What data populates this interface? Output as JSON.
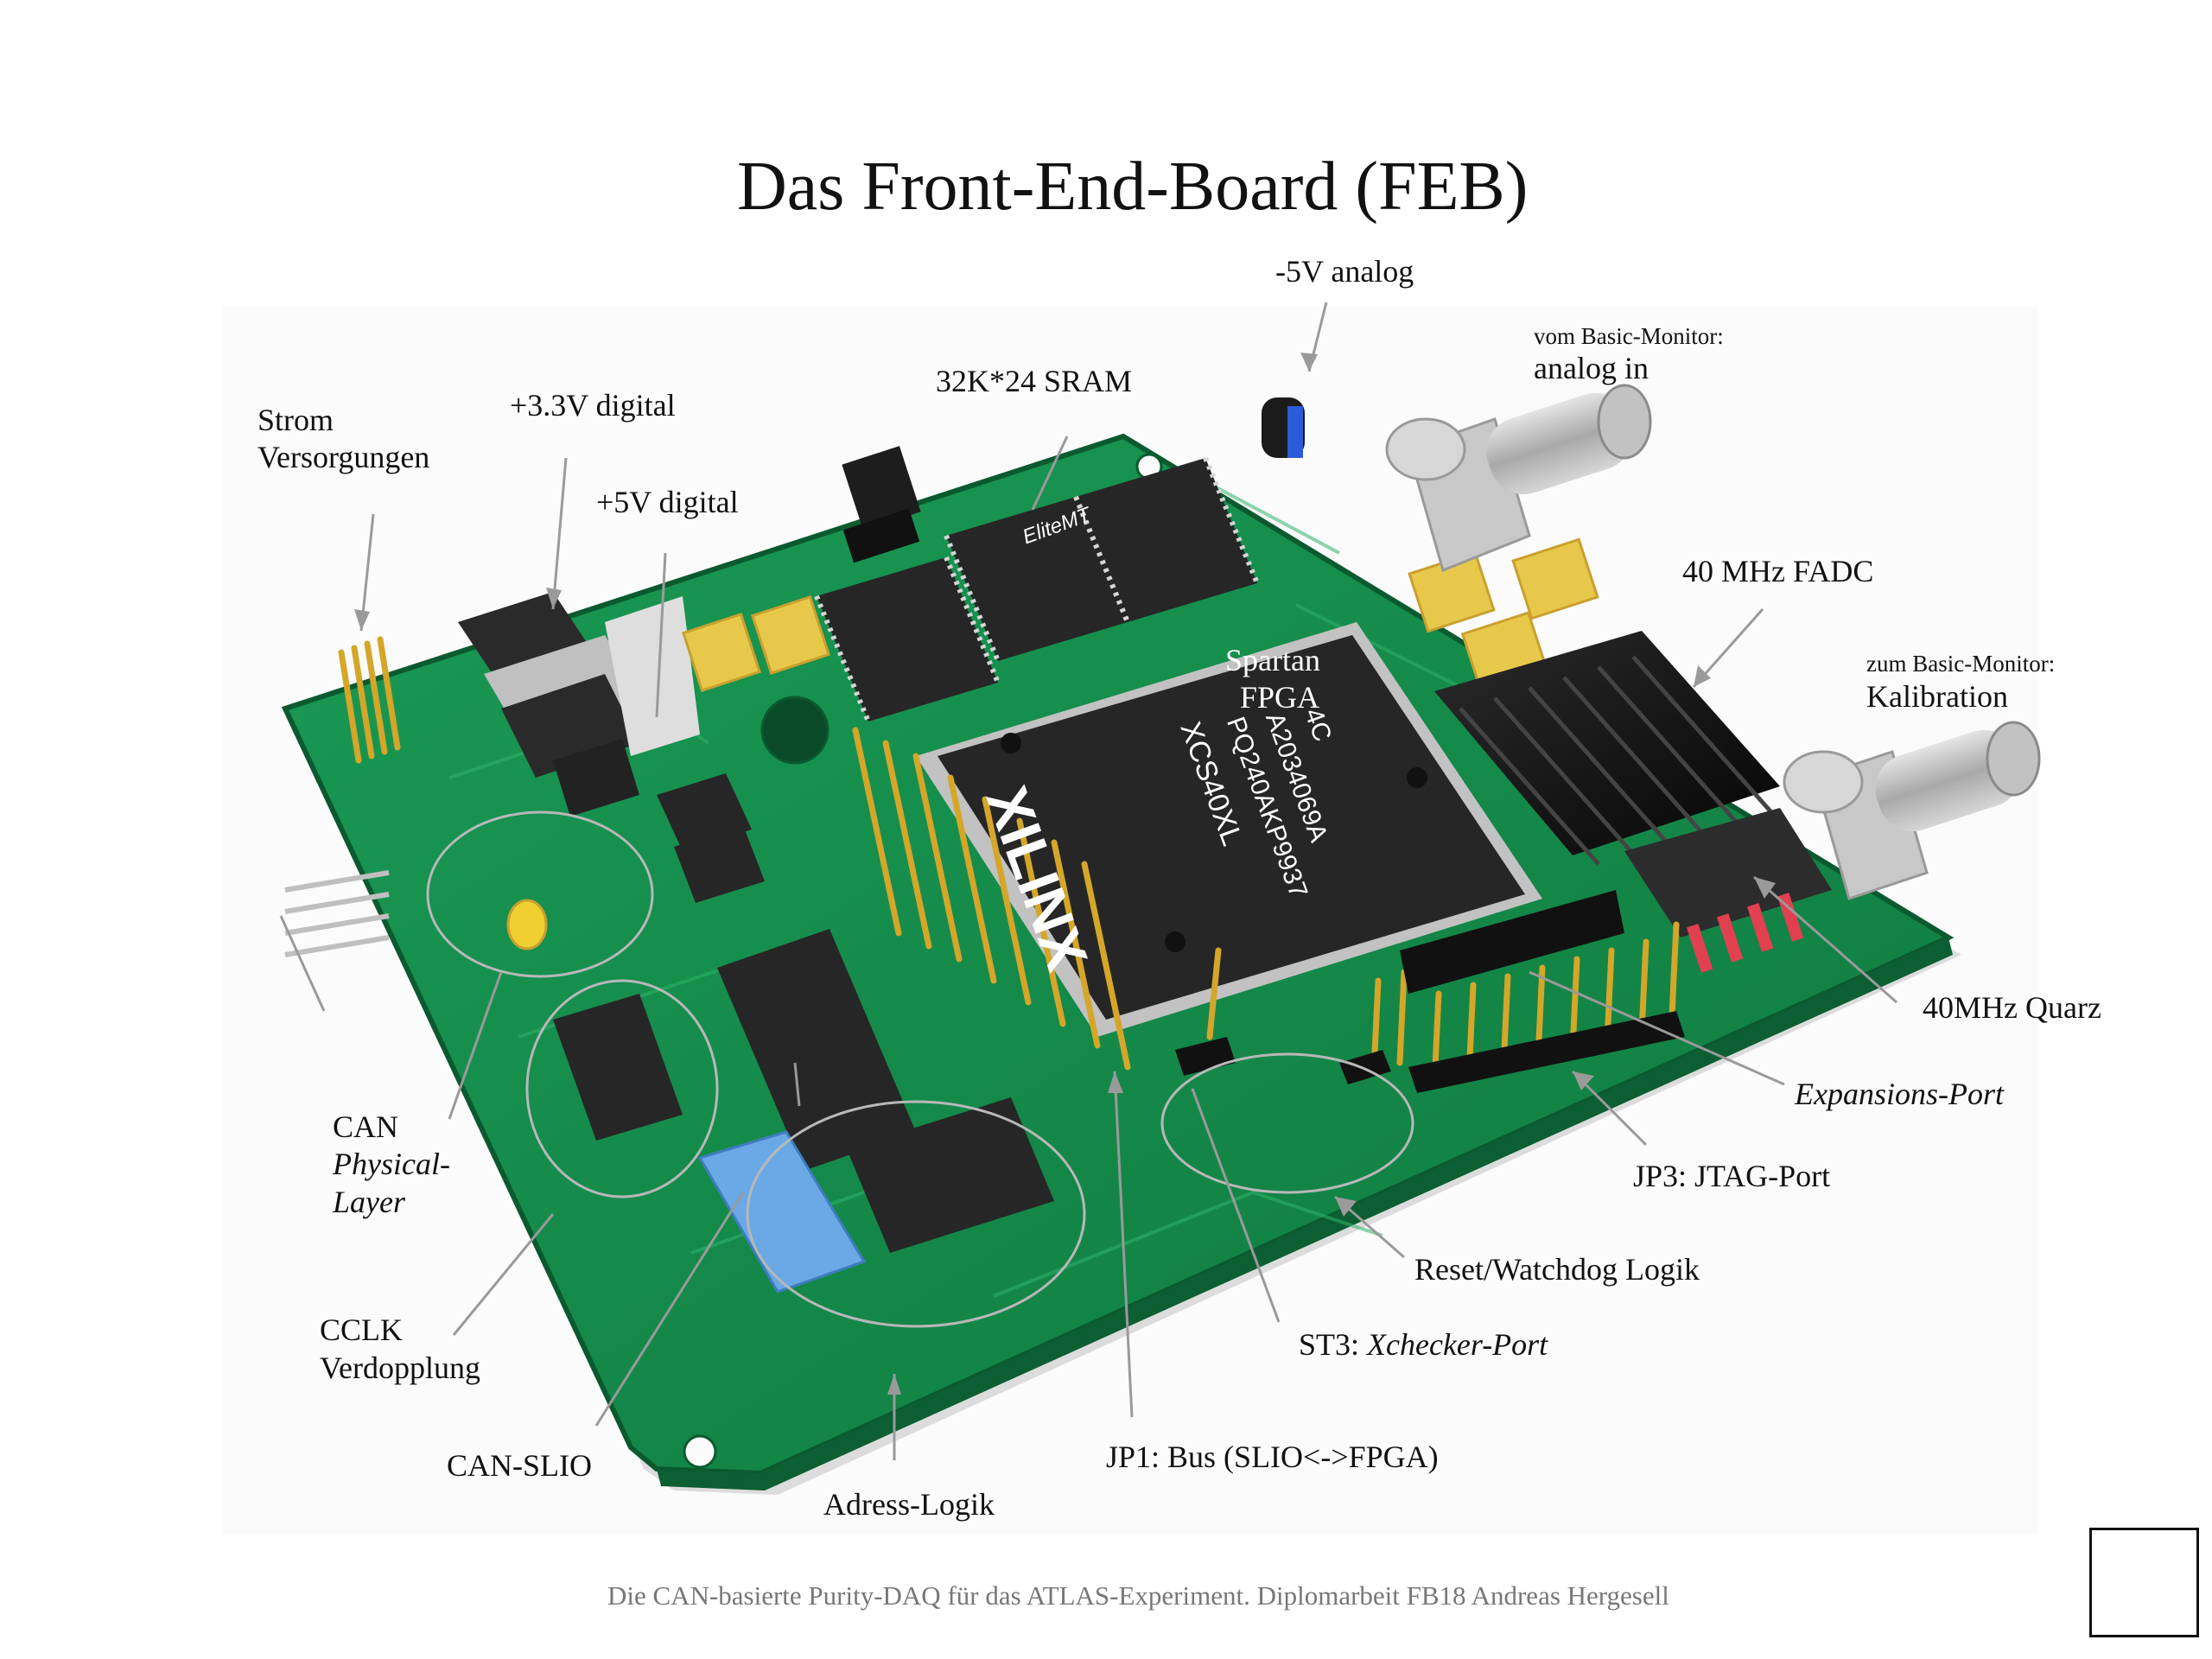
{
  "title": "Das Front-End-Board (FEB)",
  "footer": "Die CAN-basierte Purity-DAQ für das ATLAS-Experiment. Diplomarbeit FB18 Andreas Hergesell",
  "colors": {
    "pcb": "#14894a",
    "pcb_dark": "#0c5f32",
    "chip": "#262626",
    "gold": "#d4a62a",
    "callout_line": "#9a9a9a",
    "footer_text": "#777777"
  },
  "labels": {
    "strom_1": "Strom",
    "strom_2": "Versorgungen",
    "v33": "+3.3V digital",
    "v5": "+5V digital",
    "sram": "32K*24 SRAM",
    "m5v": "-5V analog",
    "vom_bm": "vom Basic-Monitor:",
    "analog_in": "analog in",
    "fadc": "40 MHz FADC",
    "spartan_1": "Spartan",
    "spartan_2": "FPGA",
    "zum_bm": "zum Basic-Monitor:",
    "kalibration": "Kalibration",
    "quarz": "40MHz Quarz",
    "expansions": "Expansions-Port",
    "jp3": "JP3: JTAG-Port",
    "reset": "Reset/Watchdog Logik",
    "st3_prefix": "ST3: ",
    "st3_italic": "Xchecker-Port",
    "jp1": "JP1: Bus (SLIO<->FPGA)",
    "adress": "Adress-Logik",
    "can_slio": "CAN-SLIO",
    "cclk_1": "CCLK",
    "cclk_2": "Verdopplung",
    "can_1": "CAN",
    "can_2": "Physical-",
    "can_3": "Layer"
  },
  "chip_markings": {
    "fpga_brand": "XILINX",
    "fpga_part_1": "XCS40XL",
    "fpga_part_2": "PQ240AKP9937",
    "fpga_part_3": "A2034069A",
    "fpga_part_4": "4C",
    "sram_brand": "EliteMT"
  }
}
